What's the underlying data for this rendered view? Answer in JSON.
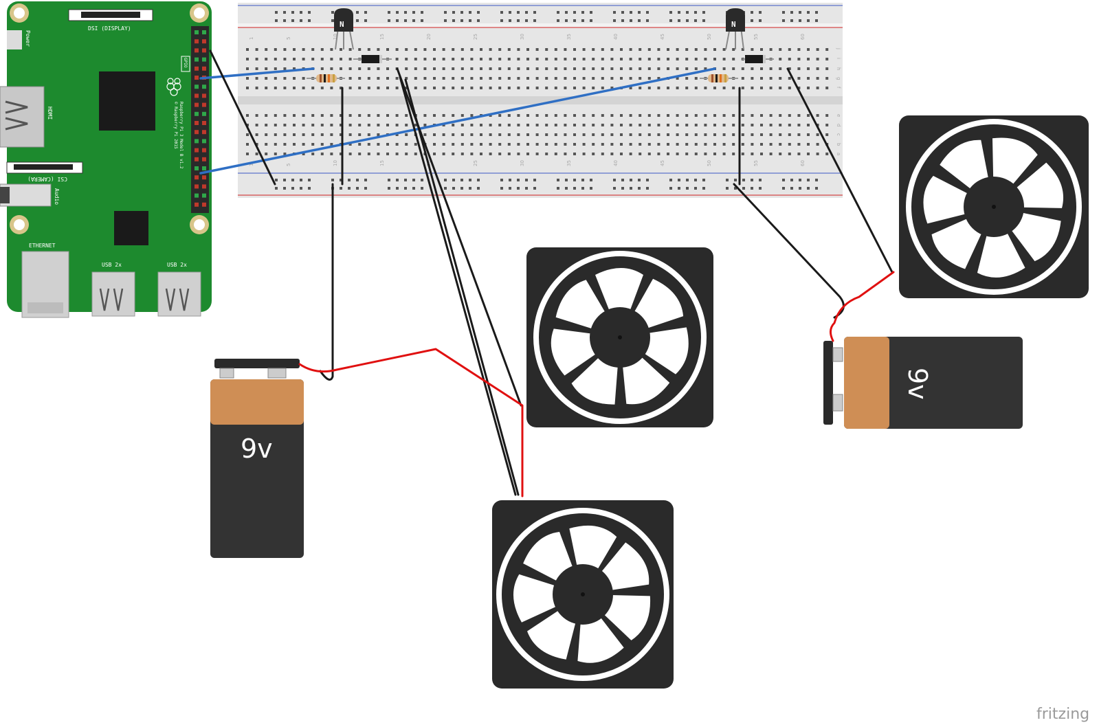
{
  "raspberry_pi": {
    "display_label": "DSI (DISPLAY)",
    "power_label": "Power",
    "hdmi_label": "HDMI",
    "camera_label": "CSI (CAMERA)",
    "audio_label": "Audio",
    "ethernet_label": "ETHERNET",
    "usb_label_1": "USB 2x",
    "usb_label_2": "USB 2x",
    "gpio_label": "GPIO",
    "model_label": "Raspberry Pi 3 Model B v1.2",
    "copyright_label": "© Raspberry Pi 2015",
    "color": "#1d8a2e"
  },
  "breadboard": {
    "column_numbers": [
      "1",
      "5",
      "10",
      "15",
      "20",
      "25",
      "30",
      "35",
      "40",
      "45",
      "50",
      "55",
      "60"
    ],
    "row_letters_top": [
      "j",
      "i",
      "h",
      "g",
      "f"
    ],
    "row_letters_bottom": [
      "e",
      "d",
      "c",
      "b",
      "a"
    ]
  },
  "transistor_1": {
    "label": "N"
  },
  "transistor_2": {
    "label": "N"
  },
  "battery_1": {
    "label": "9v"
  },
  "battery_2": {
    "label": "9v"
  },
  "watermark": {
    "text": "fritzing"
  },
  "colors": {
    "wire_black": "#1a1a1a",
    "wire_red": "#e01010",
    "wire_blue": "#2f6fc4",
    "battery_orange": "#cf8e55",
    "battery_body": "#333333"
  }
}
